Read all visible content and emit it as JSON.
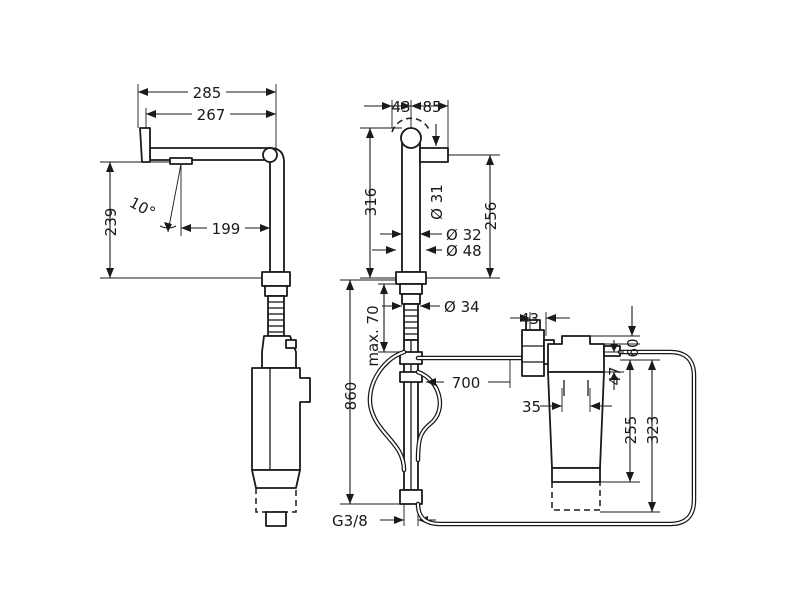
{
  "dimensions": {
    "d285": "285",
    "d267": "267",
    "d239": "239",
    "d10deg": "10°",
    "d199": "199",
    "d43_top": "43",
    "d85": "85",
    "d316": "316",
    "d256": "256",
    "d31": "Ø 31",
    "d32": "Ø 32",
    "d48": "Ø 48",
    "d34": "Ø 34",
    "dmax70": "max. 70",
    "d860": "860",
    "d700": "700",
    "dG38": "G3/8",
    "d43_right": "43",
    "d60": "60",
    "d47": "47",
    "d35": "35",
    "d255": "255",
    "d323": "323"
  }
}
